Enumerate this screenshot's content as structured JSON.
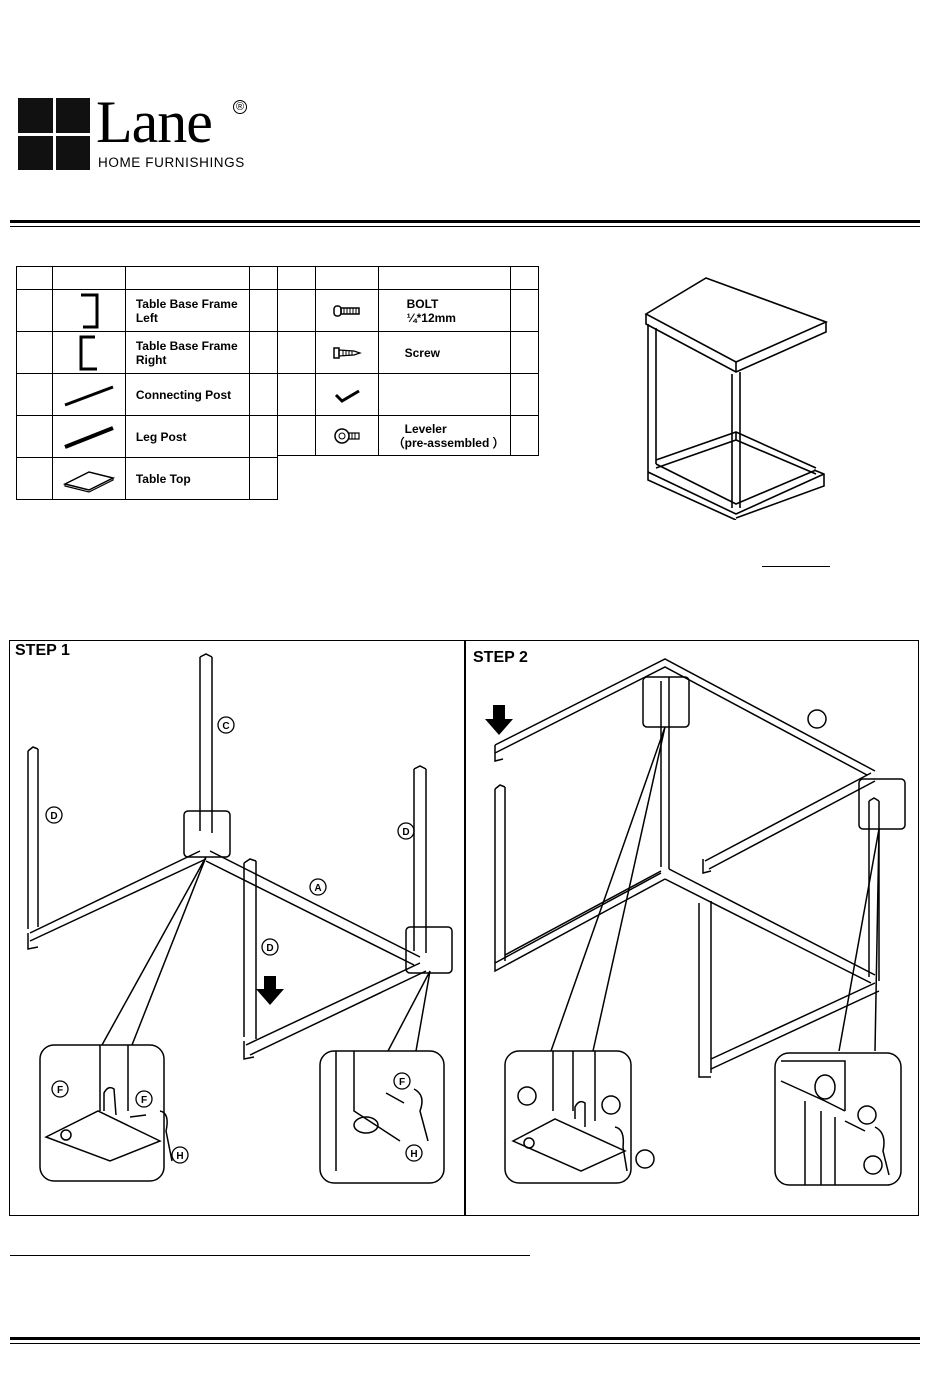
{
  "brand": {
    "name": "Lane",
    "registered": "®",
    "tagline": "HOME FURNISHINGS"
  },
  "parts_left": [
    {
      "label": "Table Base Frame Left",
      "icon": "frame-left-icon"
    },
    {
      "label": "Table Base Frame Right",
      "icon": "frame-right-icon"
    },
    {
      "label": "Connecting Post",
      "icon": "connecting-post-icon"
    },
    {
      "label": "Leg Post",
      "icon": "leg-post-icon"
    },
    {
      "label": "Table Top",
      "icon": "table-top-icon"
    }
  ],
  "parts_right": [
    {
      "line1": "BOLT",
      "line2": "¼*12mm",
      "icon": "bolt-icon"
    },
    {
      "line1": "Screw",
      "line2": "",
      "icon": "screw-icon"
    },
    {
      "line1": "",
      "line2": "",
      "icon": "allen-key-icon"
    },
    {
      "line1": "Leveler",
      "line2": "（pre-assembled ）",
      "icon": "leveler-icon"
    }
  ],
  "steps": [
    {
      "title": "STEP 1",
      "callouts": [
        "C",
        "D",
        "D",
        "A",
        "D",
        "F",
        "F",
        "H",
        "F",
        "H"
      ]
    },
    {
      "title": "STEP 2",
      "callouts": []
    }
  ]
}
